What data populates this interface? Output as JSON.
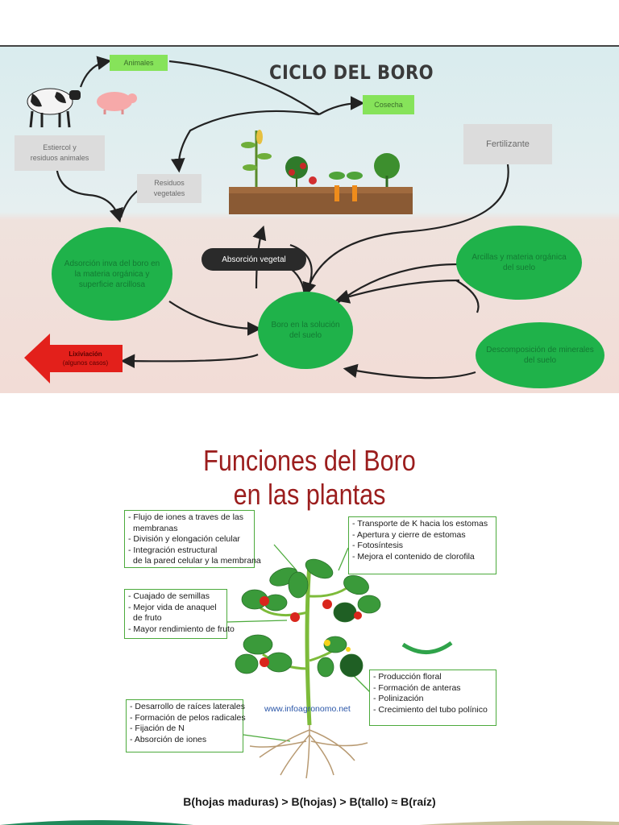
{
  "cycle": {
    "title": "CICLO DEL BORO",
    "animales": "Animales",
    "cosecha": "Cosecha",
    "estiercol": [
      "Estiercol y",
      "residuos animales"
    ],
    "residuos": [
      "Residuos",
      "vegetales"
    ],
    "fertilizante": "Fertilizante",
    "absorcion_vegetal": "Absorción vegetal",
    "adsorcion": "Adsorción inva del boro en la materia orgánica y superficie arcillosa",
    "boro_solucion": "Boro en la solución del suelo",
    "arcillas": "Arcillas y materia orgánica del suelo",
    "descomposicion": "Descomposición de minerales del suelo",
    "lixiviacion": [
      "Lixiviación",
      "(algunos casos)"
    ],
    "colors": {
      "green_oval": "#1fb24a",
      "green_box": "#86e35a",
      "arrow_red": "#e3201b"
    }
  },
  "functions": {
    "title_line1": "Funciones del Boro",
    "title_line2": "en las plantas",
    "box_top_left": [
      "- Flujo de iones a traves de las",
      "  membranas",
      "- División y elongación celular",
      "- Integración estructural",
      "  de la pared celular y la membrana"
    ],
    "box_mid_left": [
      "- Cuajado de semillas",
      "- Mejor vida de anaquel",
      "  de fruto",
      "- Mayor rendimiento de fruto"
    ],
    "box_bottom_left": [
      "- Desarrollo de raíces laterales",
      "- Formación de pelos radicales",
      "- Fijación de N",
      "- Absorción de iones"
    ],
    "box_top_right": [
      "- Transporte de K hacia los estomas",
      "- Apertura y cierre de estomas",
      "- Fotosíntesis",
      "- Mejora el contenido de clorofila"
    ],
    "box_bottom_right": [
      "- Producción floral",
      "- Formación de anteras",
      "- Polinización",
      "- Crecimiento del tubo polínico"
    ],
    "website": "www.infoagronomo.net",
    "formula": "B(hojas maduras) > B(hojas) > B(tallo) ≈ B(raíz)"
  }
}
